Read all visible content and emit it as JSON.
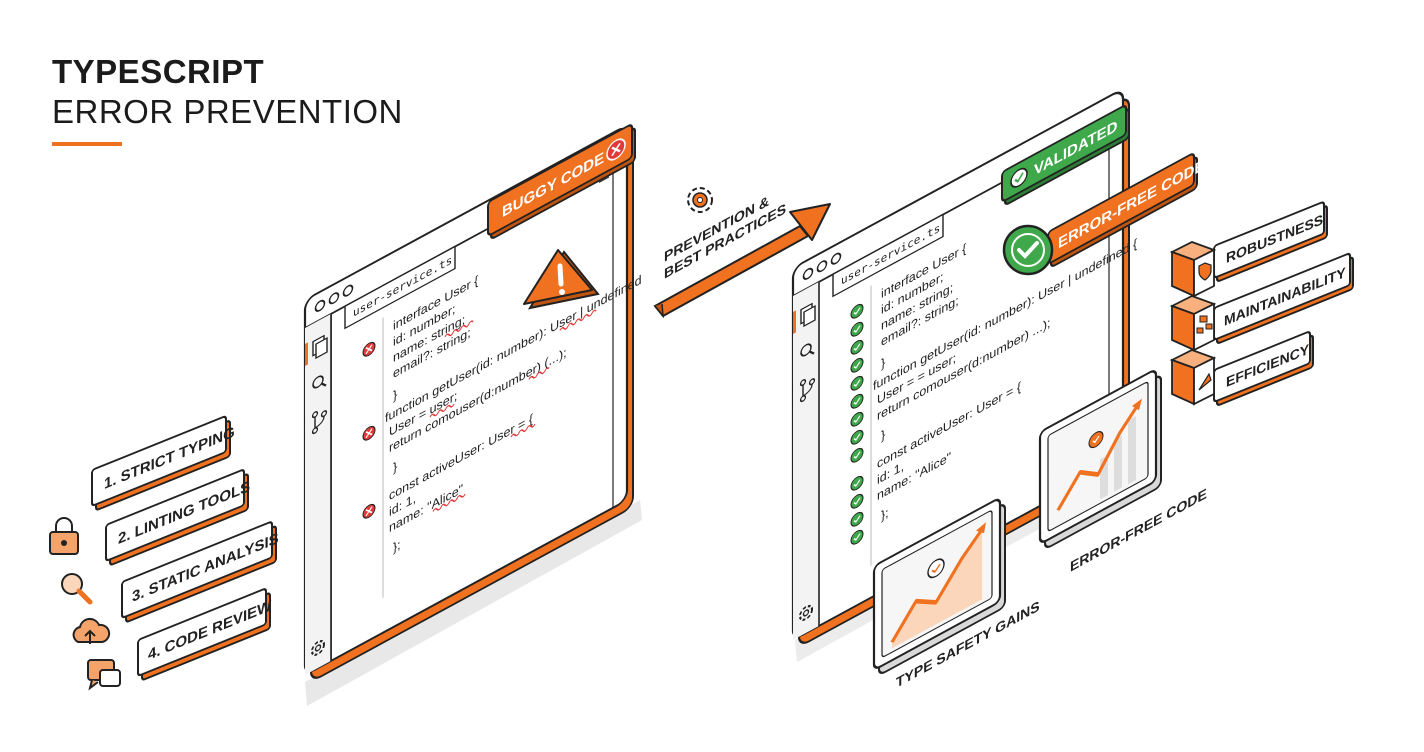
{
  "title": {
    "line1": "TYPESCRIPT",
    "line2": "ERROR PREVENTION"
  },
  "colors": {
    "accent": "#f0711f",
    "success": "#3ea84a",
    "ink": "#2b2b2b",
    "panel": "#f3f3f3"
  },
  "buggy_window": {
    "badge": "BUGGY CODE",
    "file_tab": "user-service.ts",
    "lines": [
      "interface User {",
      "  id: number;",
      "  name: string;",
      "  email?: string;",
      "}",
      "function getUser(id: number): User | undefined",
      "  User = user;",
      "  return comouser(d:number) (...);",
      "}",
      "const activeUser: User = {",
      "  id: 1,",
      "  name: \"Alice\"",
      "};"
    ]
  },
  "arrow_label": {
    "line1": "PREVENTION &",
    "line2": "BEST PRACTICES"
  },
  "fixed_window": {
    "badge_top": "VALIDATED",
    "badge_main": "ERROR-FREE CODE",
    "file_tab": "user-service.ts",
    "lines": [
      "interface User {",
      "  id: number;",
      "  name: string;",
      "  email?: string;",
      "}",
      "function getUser(id: number): User | undefined {",
      "  User = = user;",
      "  return comouser(d:number) ...);",
      "}",
      "const activeUser: User = {",
      "  id: 1,",
      "  name: \"Alice\"",
      "};"
    ]
  },
  "steps": [
    "1. STRICT TYPING",
    "2. LINTING TOOLS",
    "3. STATIC ANALYSIS",
    "4. CODE REVIEW"
  ],
  "benefits": [
    "ROBUSTNESS",
    "MAINTAINABILITY",
    "EFFICIENCY"
  ],
  "cards": {
    "type_safety": "TYPE SAFETY GAINS",
    "error_free": "ERROR-FREE CODE"
  },
  "icons": {
    "sidebar": [
      "files-icon",
      "search-icon",
      "branch-icon",
      "gear-icon"
    ],
    "steps": [
      "lock-icon",
      "magnifier-icon",
      "cloud-upload-icon",
      "chat-icon"
    ],
    "benefits": [
      "shield-icon",
      "org-chart-icon",
      "rocket-icon"
    ]
  }
}
